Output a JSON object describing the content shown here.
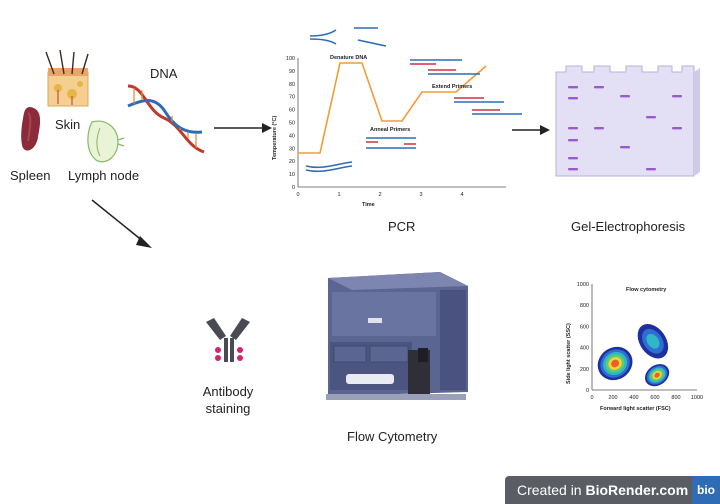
{
  "labels": {
    "skin": "Skin",
    "dna": "DNA",
    "spleen": "Spleen",
    "lymph_node": "Lymph node",
    "pcr": "PCR",
    "gel": "Gel-Electrophoresis",
    "antibody_line1": "Antibody",
    "antibody_line2": "staining",
    "flow_cytometry": "Flow Cytometry"
  },
  "pcr_chart": {
    "ylabel": "Temperature (°C)",
    "xlabel": "Time",
    "yticks": [
      "0",
      "10",
      "20",
      "30",
      "40",
      "50",
      "60",
      "70",
      "80",
      "90",
      "100"
    ],
    "xticks": [
      "0",
      "1",
      "2",
      "3",
      "4"
    ],
    "annotations": {
      "denature": "Denature DNA",
      "anneal": "Anneal Primers",
      "extend": "Extend Primers"
    }
  },
  "chart_data": {
    "type": "scatter",
    "title": "Flow cytometry",
    "xlabel": "Forward light scatter (FSC)",
    "ylabel": "Side light scatter (SSC)",
    "xlim": [
      0,
      1000
    ],
    "ylim": [
      0,
      1000
    ],
    "xticks": [
      "0",
      "200",
      "400",
      "600",
      "800",
      "1000"
    ],
    "yticks": [
      "0",
      "200",
      "400",
      "600",
      "800",
      "1000"
    ],
    "clusters": [
      {
        "x": 220,
        "y": 250
      },
      {
        "x": 580,
        "y": 460
      },
      {
        "x": 620,
        "y": 140
      }
    ]
  },
  "footer": {
    "created_in": "Created in",
    "brand": "BioRender.com",
    "logo": "bio"
  },
  "colors": {
    "pcr_line": "#f39c34",
    "gel_bands": "#9b59d0",
    "gel_body": "#e3e0f5",
    "instrument": "#5b6591",
    "dna_red": "#c0392b",
    "dna_blue": "#2e6cb5"
  }
}
